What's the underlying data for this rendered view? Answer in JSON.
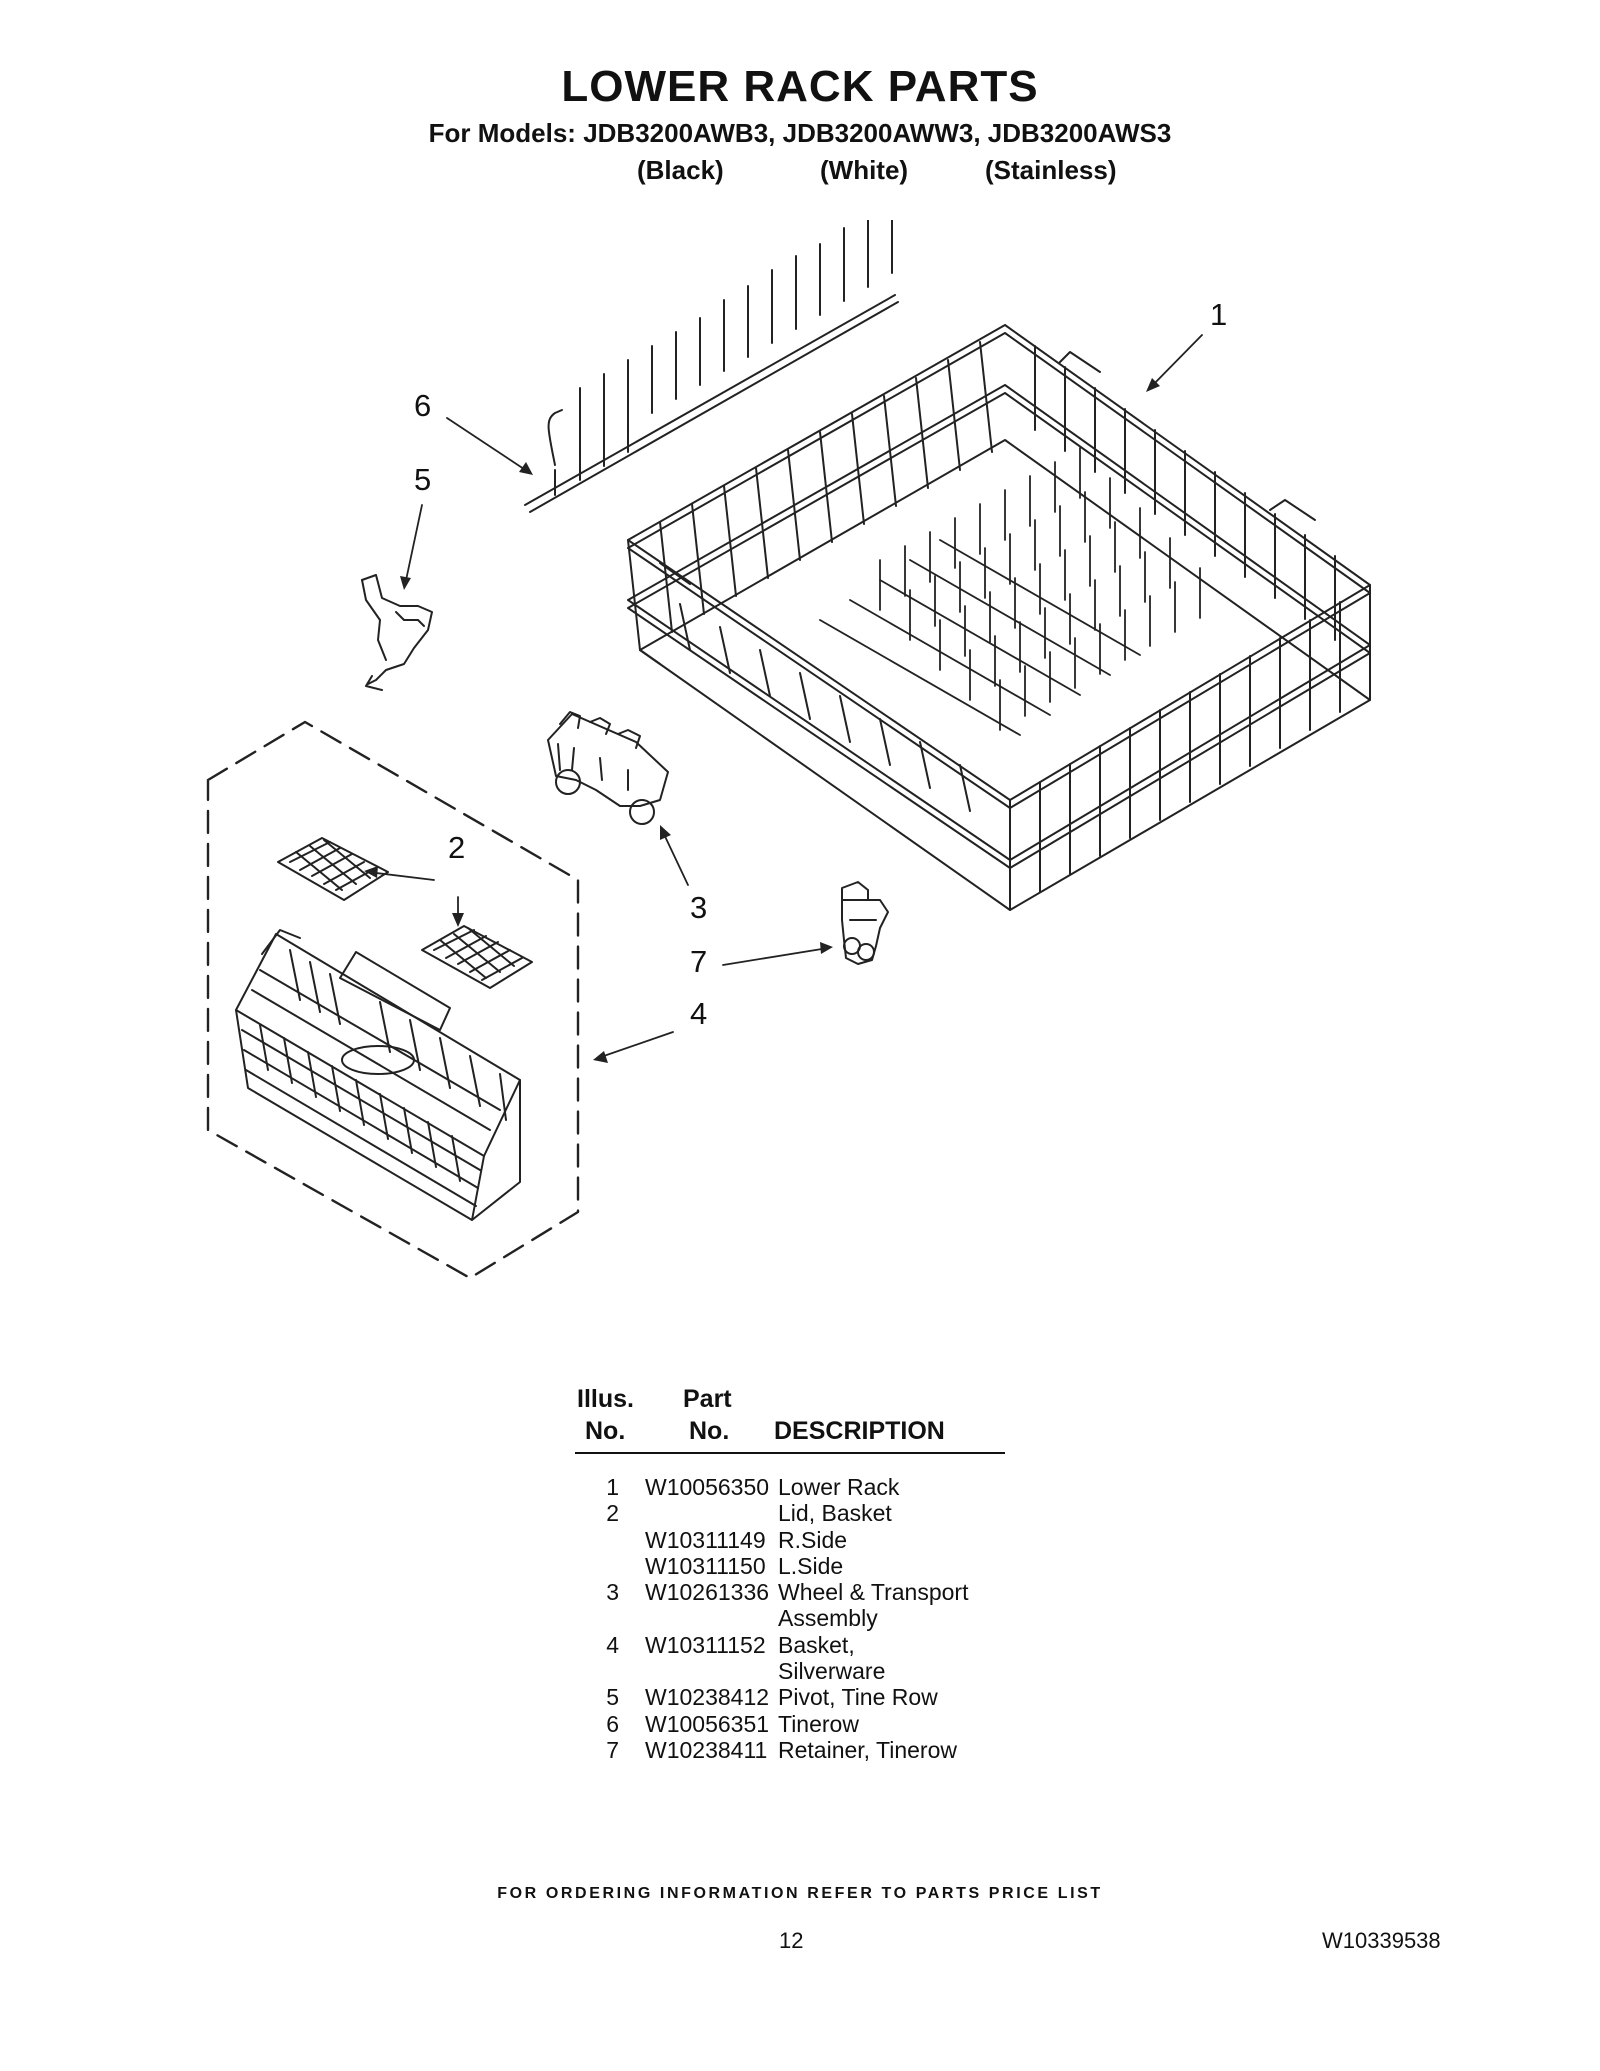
{
  "header": {
    "title": "LOWER RACK PARTS",
    "models_line": "For Models: JDB3200AWB3, JDB3200AWW3, JDB3200AWS3",
    "colors": [
      "(Black)",
      "(White)",
      "(Stainless)"
    ]
  },
  "diagram": {
    "callouts": [
      "1",
      "2",
      "3",
      "4",
      "5",
      "6",
      "7"
    ]
  },
  "parts_table": {
    "headers": {
      "illus_line1": "Illus.",
      "illus_line2": "No.",
      "part_line1": "Part",
      "part_line2": "No.",
      "description": "DESCRIPTION"
    },
    "rows": [
      {
        "no": "1",
        "part": "W10056350",
        "desc": "Lower Rack"
      },
      {
        "no": "2",
        "part": "",
        "desc": "Lid, Basket"
      },
      {
        "no": "",
        "part": "W10311149",
        "desc": "R.Side"
      },
      {
        "no": "",
        "part": "W10311150",
        "desc": "L.Side"
      },
      {
        "no": "3",
        "part": "W10261336",
        "desc": "Wheel & Transport"
      },
      {
        "no": "",
        "part": "",
        "desc": "Assembly"
      },
      {
        "no": "4",
        "part": "W10311152",
        "desc": "Basket,"
      },
      {
        "no": "",
        "part": "",
        "desc": "Silverware"
      },
      {
        "no": "5",
        "part": "W10238412",
        "desc": "Pivot, Tine Row"
      },
      {
        "no": "6",
        "part": "W10056351",
        "desc": "Tinerow"
      },
      {
        "no": "7",
        "part": "W10238411",
        "desc": "Retainer, Tinerow"
      }
    ]
  },
  "footer": {
    "note": "FOR ORDERING INFORMATION REFER TO PARTS PRICE LIST",
    "page_number": "12",
    "document_number": "W10339538"
  }
}
